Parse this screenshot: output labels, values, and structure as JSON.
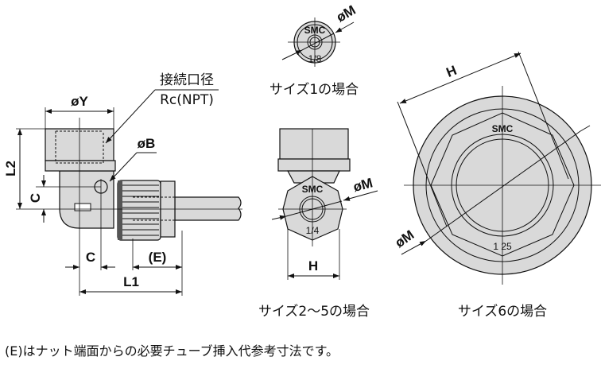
{
  "labels": {
    "port_size": "接続口径",
    "port_thread": "Rc(NPT)",
    "dia_y": "øY",
    "dia_b": "øB",
    "l2": "L2",
    "c_vertical": "C",
    "c_horizontal": "C",
    "e": "(E)",
    "l1": "L1",
    "dia_m_size1": "øM",
    "dia_m_size25": "øM",
    "dia_m_size6": "øM",
    "h_size25": "H",
    "h_size6": "H",
    "smc_size1": "SMC",
    "smc_size25": "SMC",
    "smc_size6": "SMC",
    "marking_size1": "1/8",
    "marking_size25": "1/4",
    "marking_size6": "1 25"
  },
  "captions": {
    "size1": "サイズ1の場合",
    "size25": "サイズ2〜5の場合",
    "size6": "サイズ6の場合"
  },
  "note": "(E)はナット端面からの必要チューブ挿入代参考寸法です。"
}
